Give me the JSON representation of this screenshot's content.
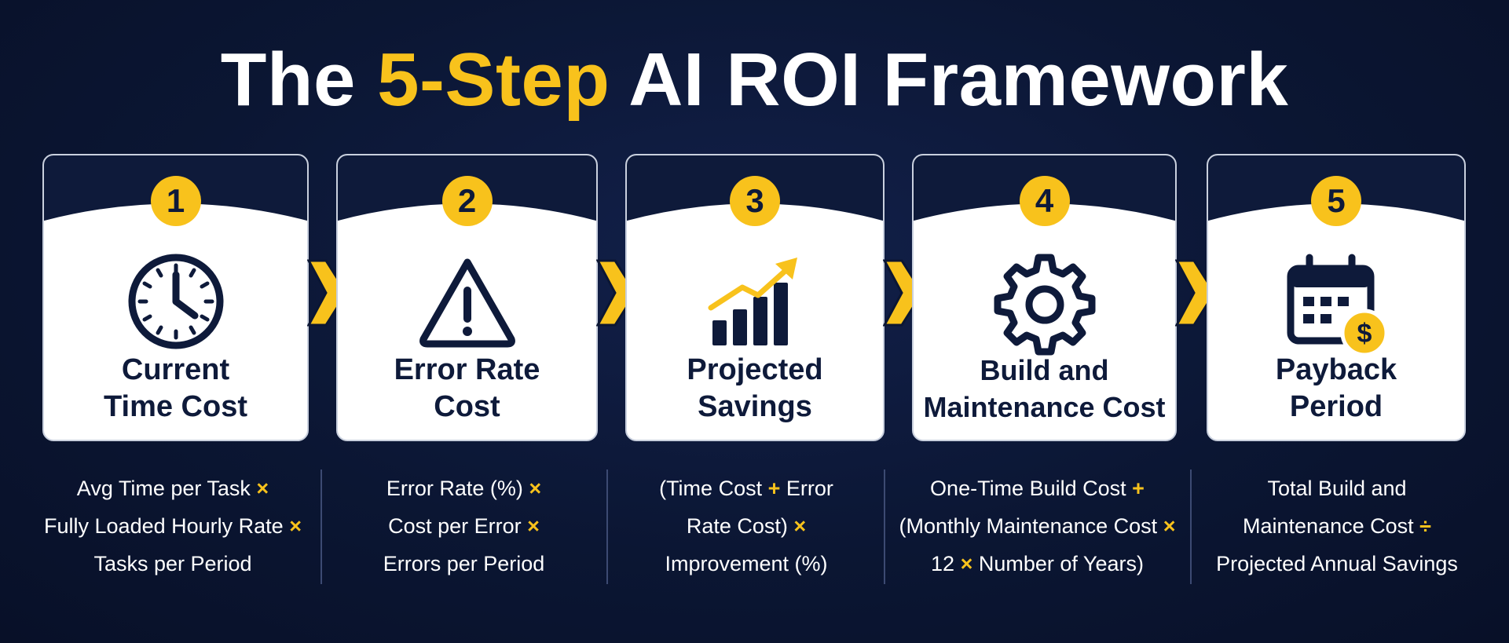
{
  "title": {
    "pre": "The",
    "accent": "5-Step",
    "post": "AI ROI Framework"
  },
  "colors": {
    "background": "#0b1633",
    "accent": "#f8c21c",
    "navy": "#0e1a3a",
    "card": "#ffffff"
  },
  "steps": [
    {
      "number": "1",
      "icon": "clock-icon",
      "label": "Current\nTime Cost",
      "formula": {
        "l1": "Avg Time per Task",
        "o1": "×",
        "l2": "Fully Loaded Hourly Rate",
        "o2": "×",
        "l3": "Tasks per Period"
      }
    },
    {
      "number": "2",
      "icon": "warning-triangle-icon",
      "label": "Error Rate\nCost",
      "formula": {
        "l1": "Error Rate (%)",
        "o1": "×",
        "l2": "Cost per Error",
        "o2": "×",
        "l3": "Errors per Period"
      }
    },
    {
      "number": "3",
      "icon": "growth-chart-icon",
      "label": "Projected\nSavings",
      "formula": {
        "l1a": "(Time Cost",
        "o1": "+",
        "l1b": "Error",
        "l2": "Rate Cost)",
        "o2": "×",
        "l3": "Improvement (%)"
      }
    },
    {
      "number": "4",
      "icon": "gear-icon",
      "label": "Build and\nMaintenance Cost",
      "formula": {
        "l1": "One-Time Build Cost",
        "o1": "+",
        "l2": "(Monthly Maintenance Cost",
        "o2": "×",
        "l3a": "12",
        "o3": "×",
        "l3b": "Number of Years)"
      }
    },
    {
      "number": "5",
      "icon": "calendar-dollar-icon",
      "label": "Payback\nPeriod",
      "icon_glyph": "$",
      "formula": {
        "l1": "Total Build and",
        "l2": "Maintenance Cost",
        "o2": "÷",
        "l3": "Projected Annual Savings"
      }
    }
  ]
}
